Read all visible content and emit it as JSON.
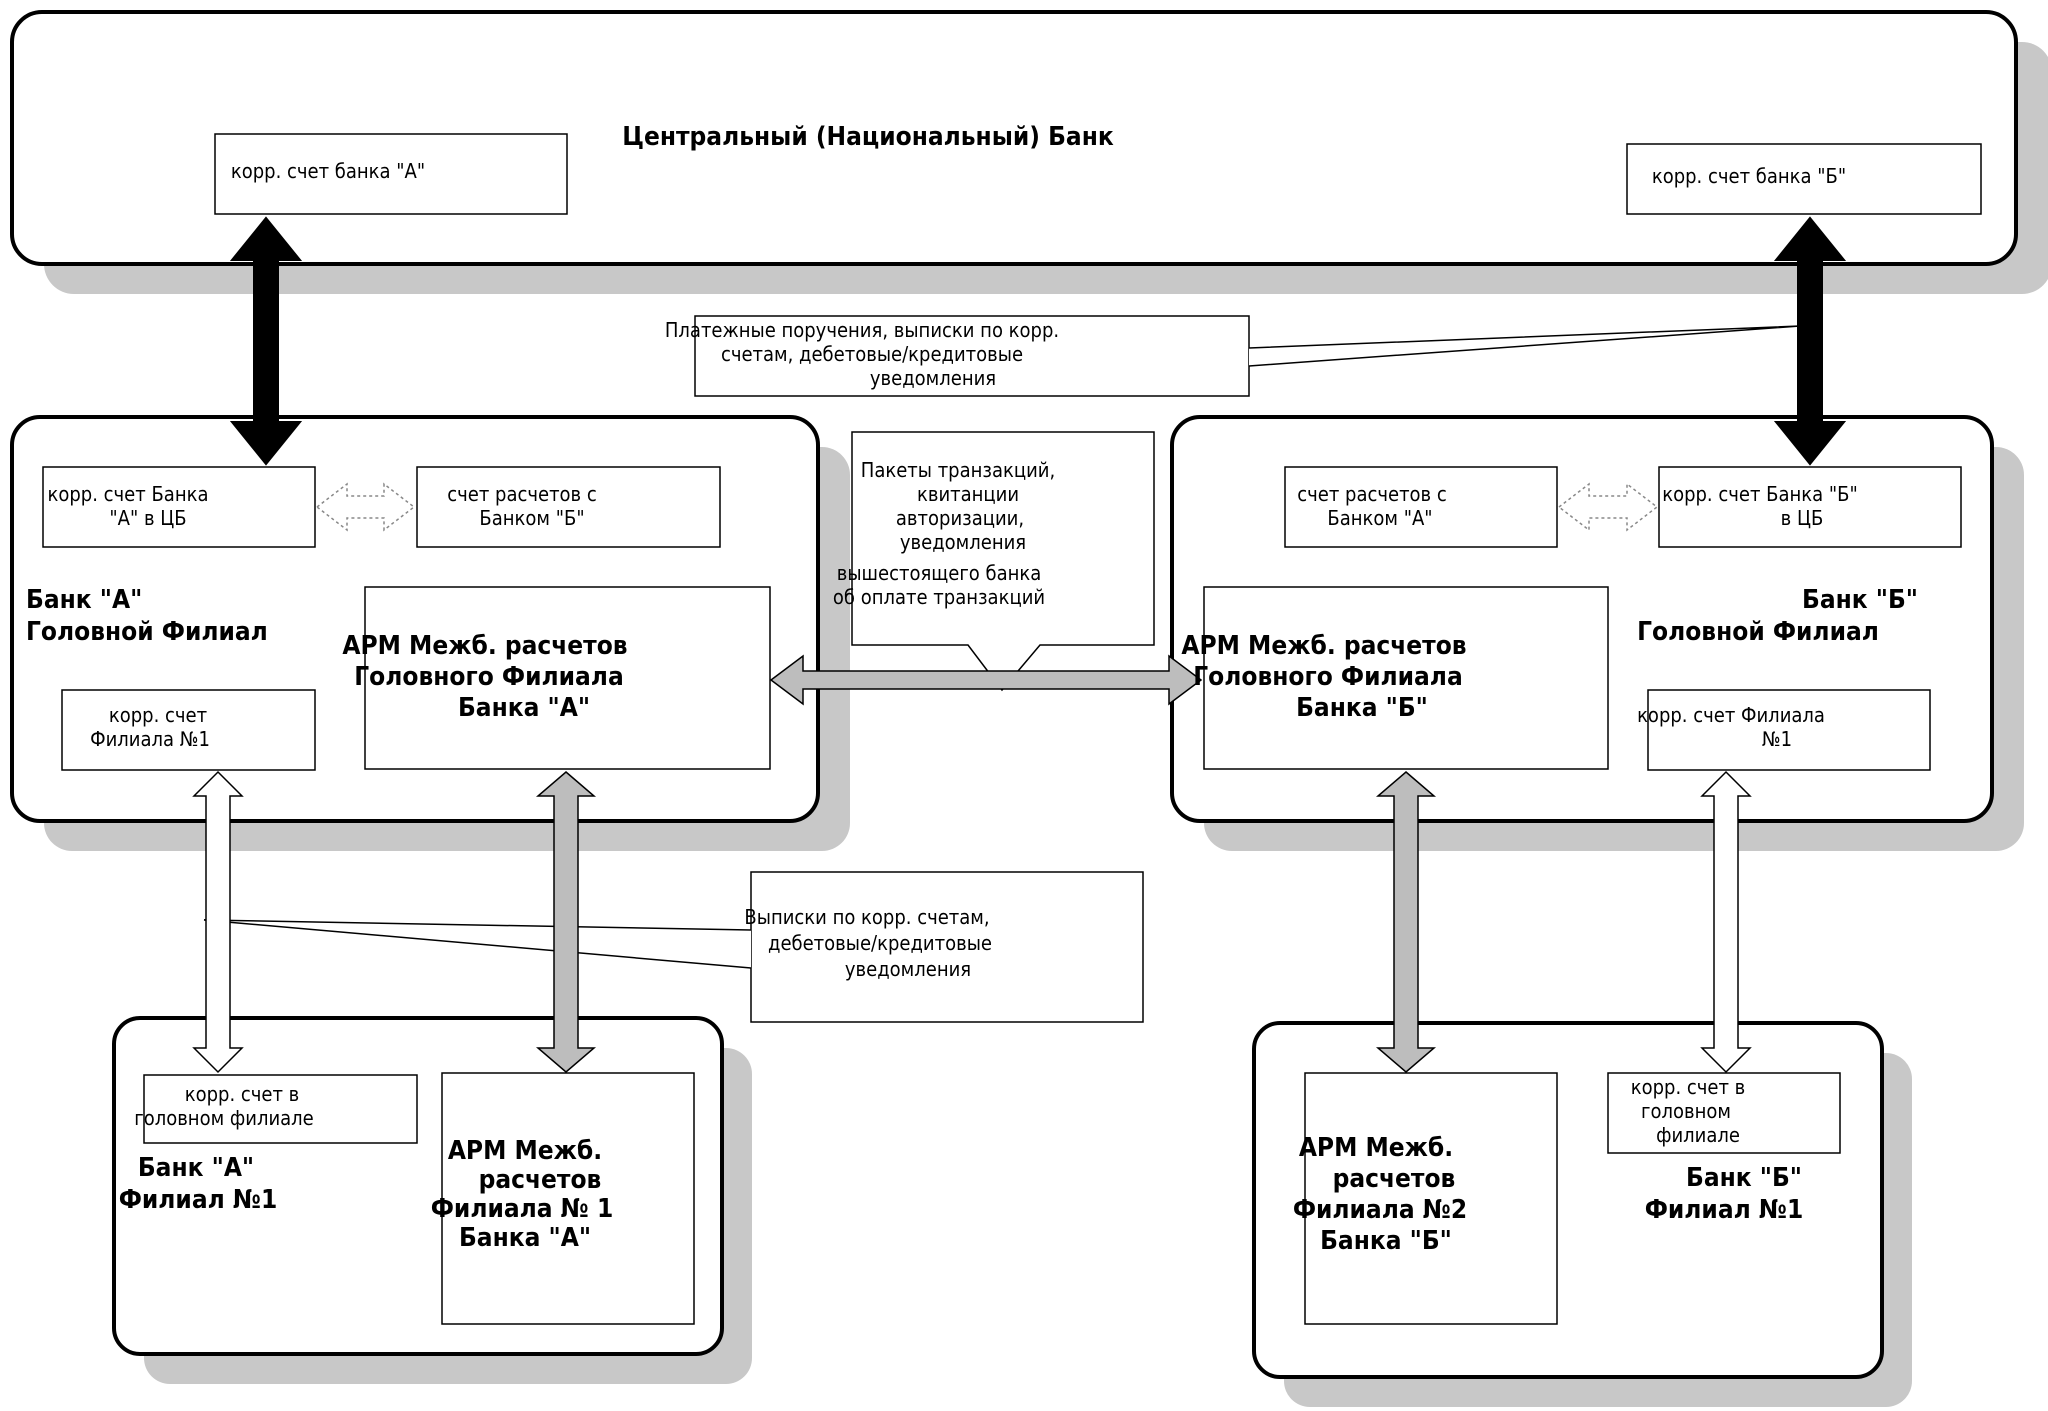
{
  "central_bank": {
    "title": "Центральный (Национальный) Банк",
    "acct_a": "корр. счет банка \"А\"",
    "acct_b": "корр. счет банка \"Б\""
  },
  "callout_top": [
    "Платежные поручения, выписки по корр.",
    "счетам, дебетовые/кредитовые",
    "уведомления"
  ],
  "callout_middle": [
    "Пакеты транзакций,",
    "квитанции",
    "авторизации,",
    "уведомления",
    "вышестоящего банка",
    "об оплате транзакций"
  ],
  "callout_bottom": [
    "Выписки по корр. счетам,",
    "дебетовые/кредитовые",
    "уведомления"
  ],
  "bank_a_head": {
    "label": [
      "Банк \"А\"",
      "Головной Филиал"
    ],
    "corr_in_cb": [
      "корр. счет Банка",
      "\"А\" в ЦБ"
    ],
    "settle_with_b": [
      "счет расчетов с",
      "Банком \"Б\""
    ],
    "corr_branch1": [
      "корр. счет",
      "Филиала №1"
    ],
    "arm": [
      "АРМ Межб. расчетов",
      "Головного Филиала",
      "Банка \"А\""
    ]
  },
  "bank_b_head": {
    "label": [
      "Банк \"Б\"",
      "Головной Филиал"
    ],
    "settle_with_a": [
      "счет расчетов с",
      "Банком \"А\""
    ],
    "corr_in_cb": [
      "корр. счет Банка \"Б\"",
      "в ЦБ"
    ],
    "corr_branch1": [
      "корр. счет Филиала",
      "№1"
    ],
    "arm": [
      "АРМ Межб. расчетов",
      "Головного Филиала",
      "Банка \"Б\""
    ]
  },
  "bank_a_branch": {
    "label": [
      "Банк \"А\"",
      "Филиал №1"
    ],
    "corr_in_head": [
      "корр. счет в",
      "головном филиале"
    ],
    "arm": [
      "АРМ Межб.",
      "расчетов",
      "Филиала № 1",
      "Банка \"А\""
    ]
  },
  "bank_b_branch": {
    "label": [
      "Банк \"Б\"",
      "Филиал №1"
    ],
    "corr_in_head": [
      "корр. счет в",
      "головном",
      "филиале"
    ],
    "arm": [
      "АРМ Межб.",
      "расчетов",
      "Филиала №2",
      "Банка \"Б\""
    ]
  }
}
